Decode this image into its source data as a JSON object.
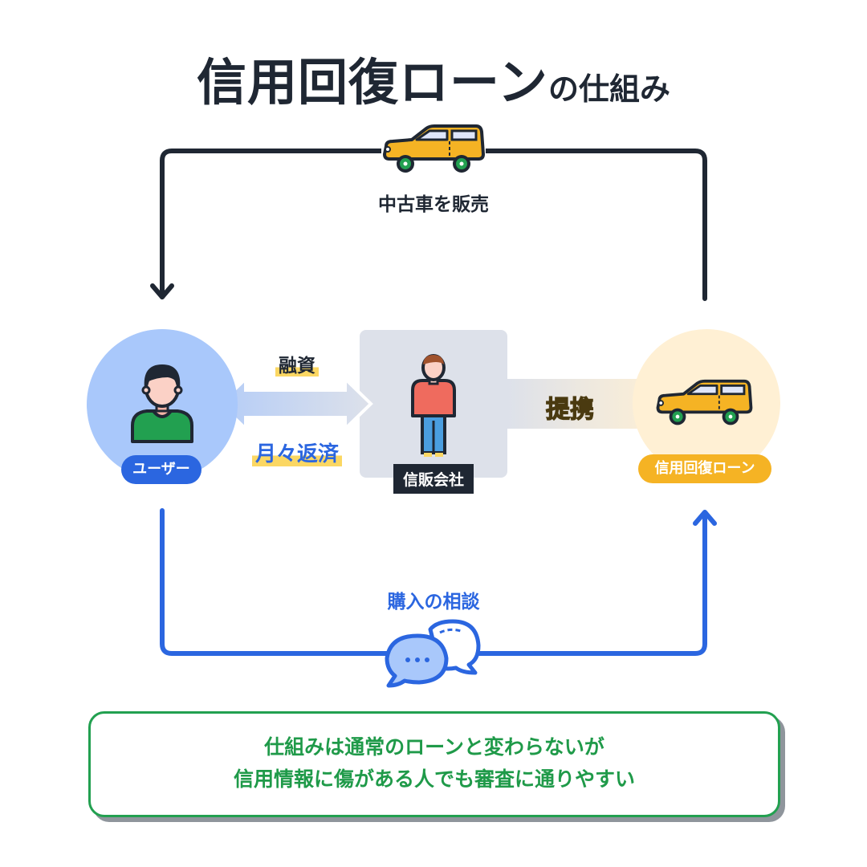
{
  "title": {
    "main": "信用回復ローン",
    "sub": "の仕組み"
  },
  "flows": {
    "top": {
      "label": "中古車を販売",
      "icon": "car-icon"
    },
    "bottom": {
      "label": "購入の相談",
      "icon": "chat-bubbles-icon"
    }
  },
  "nodes": {
    "user": {
      "label": "ユーザー",
      "icon": "person-icon"
    },
    "company": {
      "label": "信販会社",
      "icon": "person-standing-icon"
    },
    "loan": {
      "label": "信用回復ローン",
      "icon": "car-icon"
    }
  },
  "exchange": {
    "upper": "融資",
    "lower": "月々返済"
  },
  "partnership": {
    "label": "提携"
  },
  "note": {
    "line1": "仕組みは通常のローンと変わらないが",
    "line2": "信用情報に傷がある人でも審査に通りやすい"
  },
  "colors": {
    "dark": "#1f2733",
    "blue": "#2b66e0",
    "yellow": "#f5b324",
    "green": "#22a050",
    "user_bg": "#a9c8fb",
    "loan_bg": "#fff0d4",
    "company_bg": "#dde1ea"
  }
}
